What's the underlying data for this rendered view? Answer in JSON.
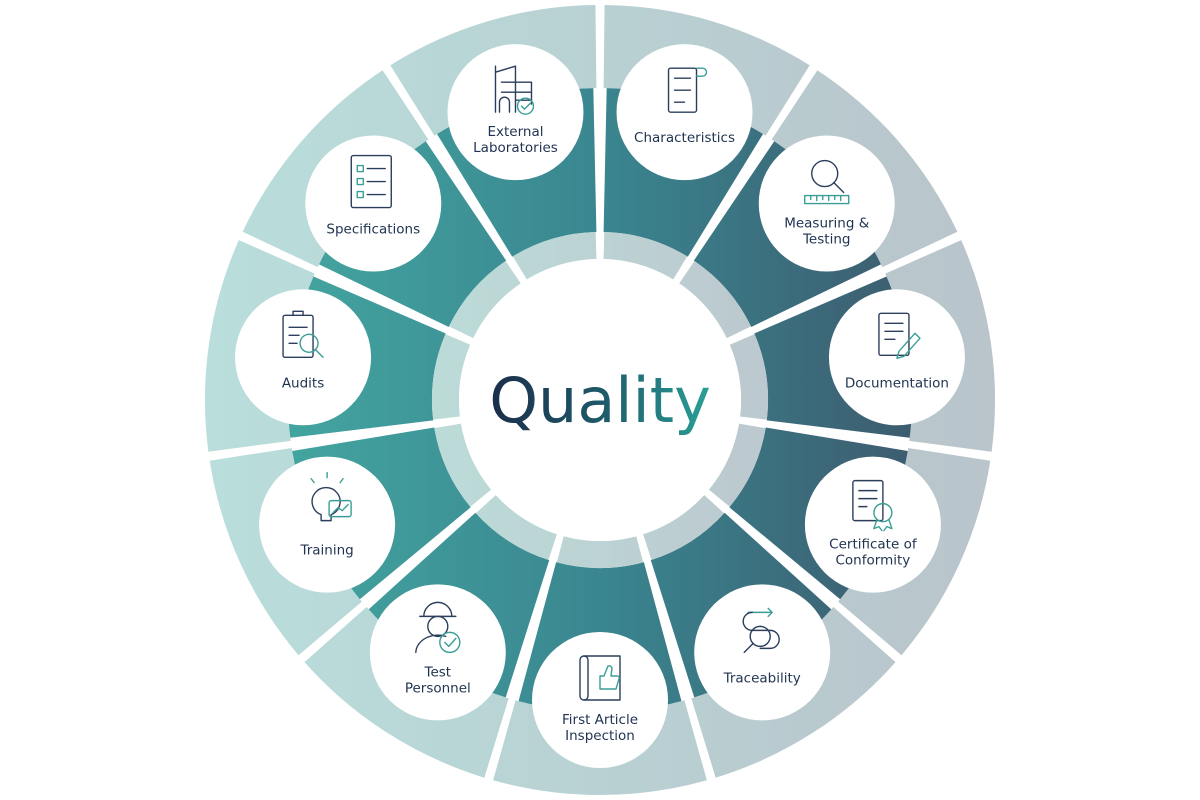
{
  "title": "Quality",
  "colors": {
    "teal": "#45aca3",
    "slate": "#3d5267",
    "outer_teal": "#b9dedb",
    "outer_slate": "#b9c4cb",
    "inner_ring": "#bccfd3",
    "label": "#1f3350",
    "title_start": "#1b2e4b",
    "title_end": "#2aa096"
  },
  "items": [
    {
      "id": "characteristics",
      "icon": "document-icon",
      "lines": [
        "Characteristics"
      ]
    },
    {
      "id": "measuring-testing",
      "icon": "magnifier-ruler-icon",
      "lines": [
        "Measuring &",
        "Testing"
      ]
    },
    {
      "id": "documentation",
      "icon": "document-pen-icon",
      "lines": [
        "Documentation"
      ]
    },
    {
      "id": "certificate-of-conformity",
      "icon": "certificate-icon",
      "lines": [
        "Certificate of",
        "Conformity"
      ]
    },
    {
      "id": "traceability",
      "icon": "trace-path-icon",
      "lines": [
        "Traceability"
      ]
    },
    {
      "id": "first-article-inspection",
      "icon": "blueprint-thumbs-up-icon",
      "lines": [
        "First Article",
        "Inspection"
      ]
    },
    {
      "id": "test-personnel",
      "icon": "worker-check-icon",
      "lines": [
        "Test",
        "Personnel"
      ]
    },
    {
      "id": "training",
      "icon": "lightbulb-chart-icon",
      "lines": [
        "Training"
      ]
    },
    {
      "id": "audits",
      "icon": "clipboard-search-icon",
      "lines": [
        "Audits"
      ]
    },
    {
      "id": "specifications",
      "icon": "checklist-icon",
      "lines": [
        "Specifications"
      ]
    },
    {
      "id": "external-laboratories",
      "icon": "buildings-check-icon",
      "lines": [
        "External",
        "Laboratories"
      ]
    }
  ]
}
